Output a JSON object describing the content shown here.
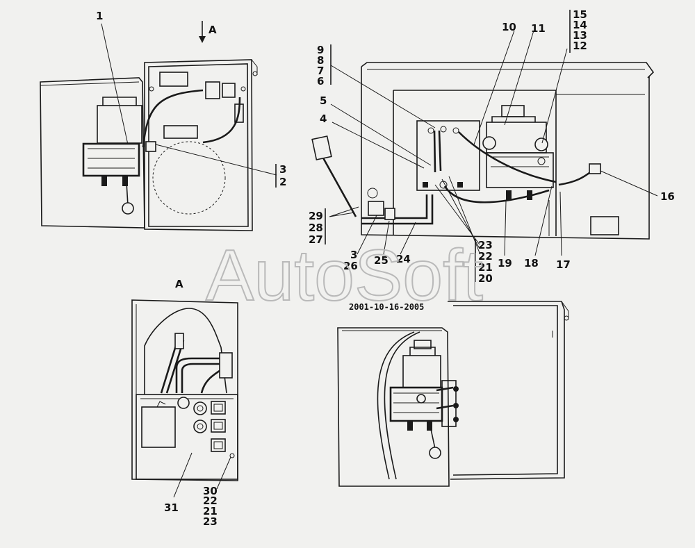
{
  "watermark": "AutoSoft",
  "date_stamp": "2001-10-16-2005",
  "view_a": {
    "arrow_label": "A",
    "title": "A"
  },
  "callouts": {
    "top_left": [
      "1"
    ],
    "bracket_left": [
      "3",
      "2"
    ],
    "bracket_top": [
      "9",
      "8",
      "7",
      "6"
    ],
    "top_right": [
      "10",
      "11"
    ],
    "bracket_right": [
      "15",
      "14",
      "13",
      "12"
    ],
    "mid": [
      "5",
      "4",
      "16"
    ],
    "bracket_29": [
      "29",
      "28",
      "27"
    ],
    "bottom_row": [
      "3",
      "26",
      "25",
      "24"
    ],
    "bracket_23": [
      "23",
      "22",
      "21",
      "20"
    ],
    "bottom_right": [
      "19",
      "18",
      "17"
    ],
    "view_a_bottom": [
      "31"
    ],
    "bracket_30": [
      "30",
      "22",
      "21",
      "23"
    ]
  },
  "colors": {
    "ink": "#1a1a1a",
    "paper": "#f1f1ef",
    "watermark": "#b9b9b9"
  }
}
